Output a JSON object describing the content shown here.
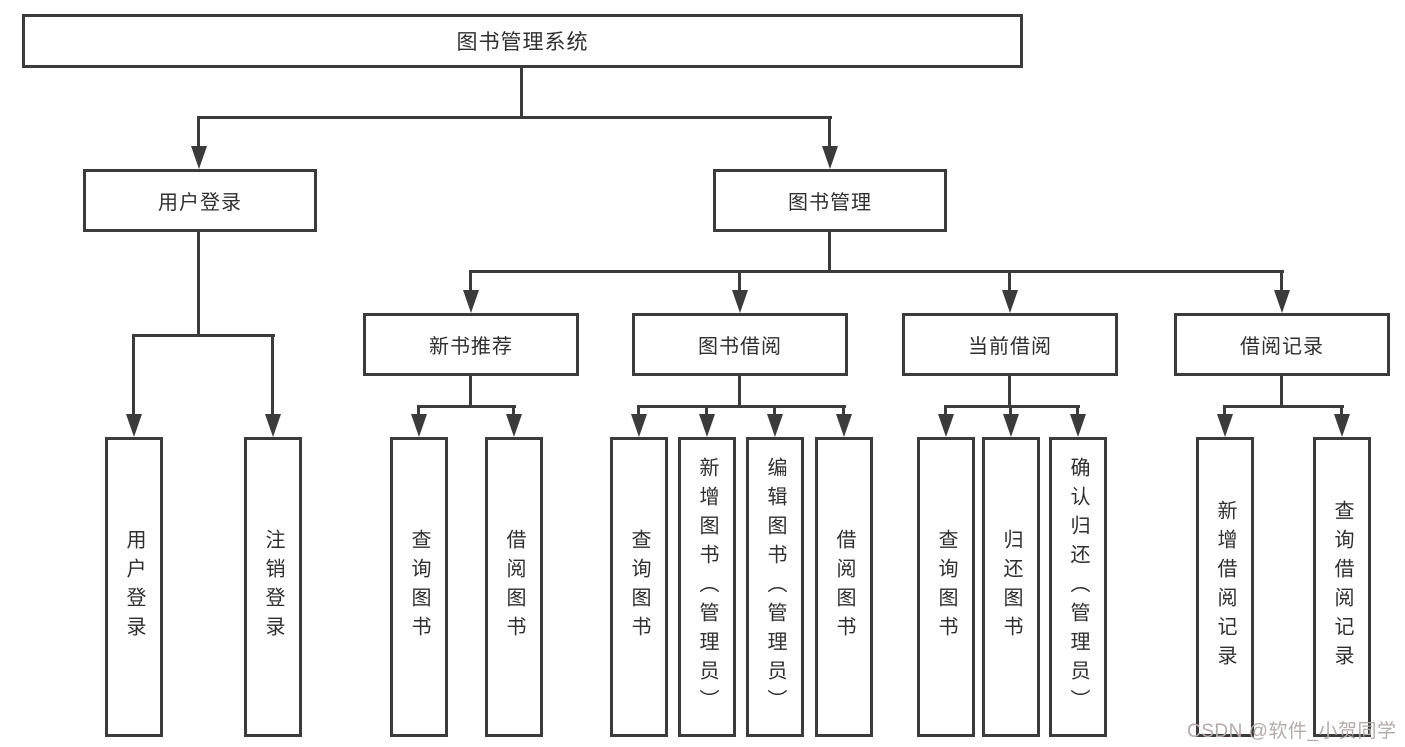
{
  "diagram": {
    "root_label": "图书管理系统",
    "level2": [
      "用户登录",
      "图书管理"
    ],
    "level3": [
      "新书推荐",
      "图书借阅",
      "当前借阅",
      "借阅记录"
    ],
    "leaves": [
      "用户登录",
      "注销登录",
      "查询图书",
      "借阅图书",
      "查询图书",
      "新增图书（管理员）",
      "编辑图书（管理员）",
      "借阅图书",
      "查询图书",
      "归还图书",
      "确认归还（管理员）",
      "新增借阅记录",
      "查询借阅记录"
    ]
  },
  "watermark": {
    "text": "CSDN @软件_小贺同学"
  },
  "colors": {
    "line": "#3b3b3b",
    "text": "#2f2f2f",
    "watermark": "#b5abab",
    "background": "#ffffff"
  }
}
